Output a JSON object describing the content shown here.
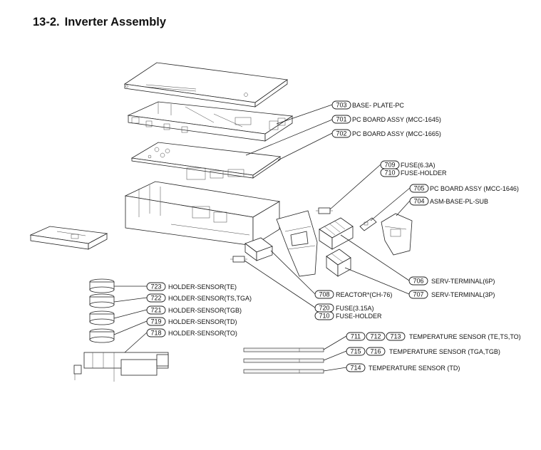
{
  "title": {
    "number": "13-2.",
    "text": "Inverter Assembly"
  },
  "callouts": [
    {
      "ids": [
        "703"
      ],
      "label": "BASE- PLATE-PC"
    },
    {
      "ids": [
        "701"
      ],
      "label": "PC BOARD ASSY (MCC-1645)"
    },
    {
      "ids": [
        "702"
      ],
      "label": "PC BOARD ASSY (MCC-1665)"
    },
    {
      "ids": [
        "709"
      ],
      "label": "FUSE(6.3A)"
    },
    {
      "ids": [
        "710"
      ],
      "label": "FUSE-HOLDER"
    },
    {
      "ids": [
        "705"
      ],
      "label": "PC BOARD ASSY (MCC-1646)"
    },
    {
      "ids": [
        "704"
      ],
      "label": "ASM-BASE-PL-SUB"
    },
    {
      "ids": [
        "706"
      ],
      "label": "SERV-TERMINAL(6P)"
    },
    {
      "ids": [
        "708"
      ],
      "label": "REACTOR*(CH-76)"
    },
    {
      "ids": [
        "707"
      ],
      "label": "SERV-TERMINAL(3P)"
    },
    {
      "ids": [
        "720"
      ],
      "label": "FUSE(3.15A)"
    },
    {
      "ids": [
        "710"
      ],
      "label": "FUSE-HOLDER"
    },
    {
      "ids": [
        "723"
      ],
      "label": "HOLDER-SENSOR(TE)"
    },
    {
      "ids": [
        "722"
      ],
      "label": "HOLDER-SENSOR(TS,TGA)"
    },
    {
      "ids": [
        "721"
      ],
      "label": "HOLDER-SENSOR(TGB)"
    },
    {
      "ids": [
        "719"
      ],
      "label": "HOLDER-SENSOR(TD)"
    },
    {
      "ids": [
        "718"
      ],
      "label": "HOLDER-SENSOR(TO)"
    },
    {
      "ids": [
        "711",
        "712",
        "713"
      ],
      "label": "TEMPERATURE SENSOR (TE,TS,TO)"
    },
    {
      "ids": [
        "715",
        "716"
      ],
      "label": "TEMPERATURE SENSOR (TGA,TGB)"
    },
    {
      "ids": [
        "714"
      ],
      "label": "TEMPERATURE SENSOR (TD)"
    }
  ]
}
